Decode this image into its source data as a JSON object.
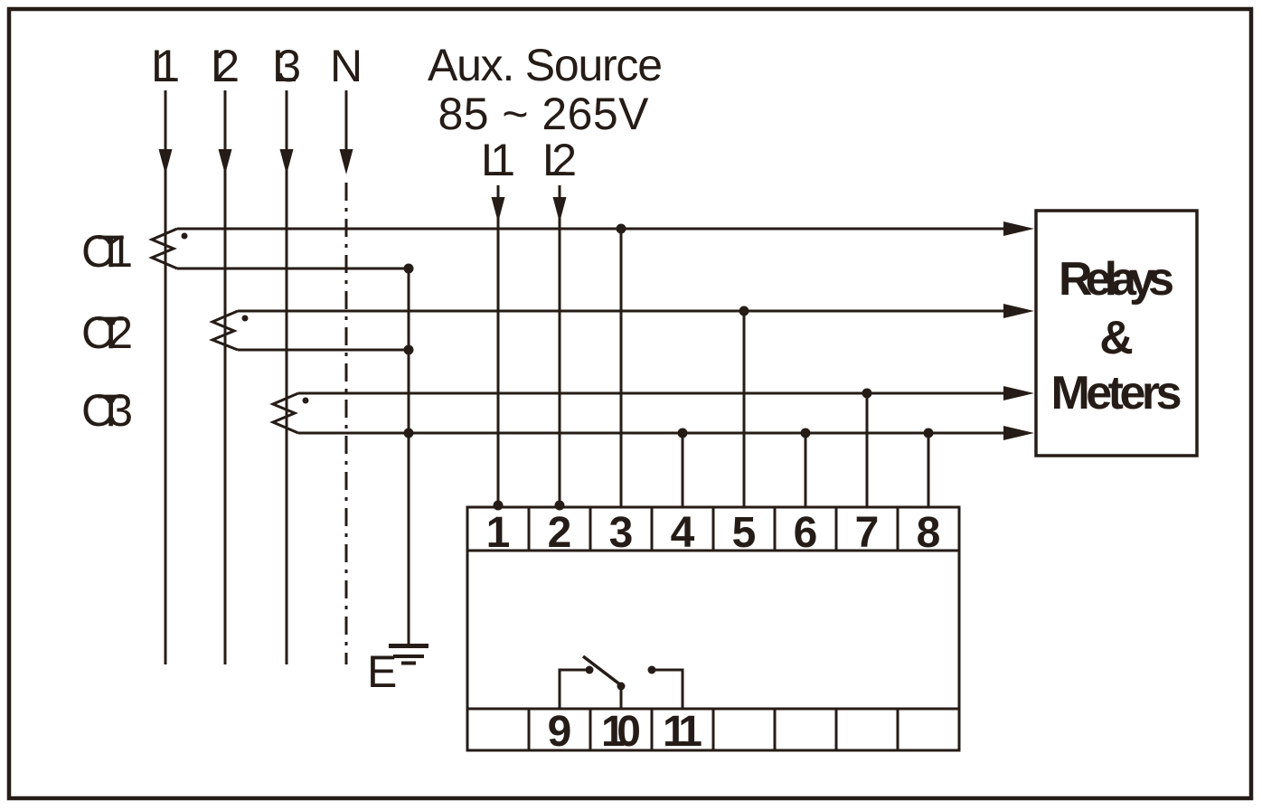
{
  "colors": {
    "ink": "#261c17",
    "background": "#ffffff"
  },
  "phase_inputs": {
    "labels": [
      "L1",
      "L2",
      "L3",
      "N"
    ]
  },
  "aux_source": {
    "title": "Aux. Source",
    "voltage_range": "85 ~ 265V",
    "line_labels": [
      "L1",
      "L2"
    ]
  },
  "current_transformers": {
    "labels": [
      "CT1",
      "CT2",
      "CT3"
    ]
  },
  "earth": {
    "label": "E"
  },
  "output_box": {
    "lines": [
      "Relays",
      "&",
      "Meters"
    ]
  },
  "terminal_block": {
    "top_row": [
      "1",
      "2",
      "3",
      "4",
      "5",
      "6",
      "7",
      "8"
    ],
    "bottom_row": [
      "",
      "9",
      "10",
      "11",
      "",
      "",
      "",
      ""
    ]
  }
}
